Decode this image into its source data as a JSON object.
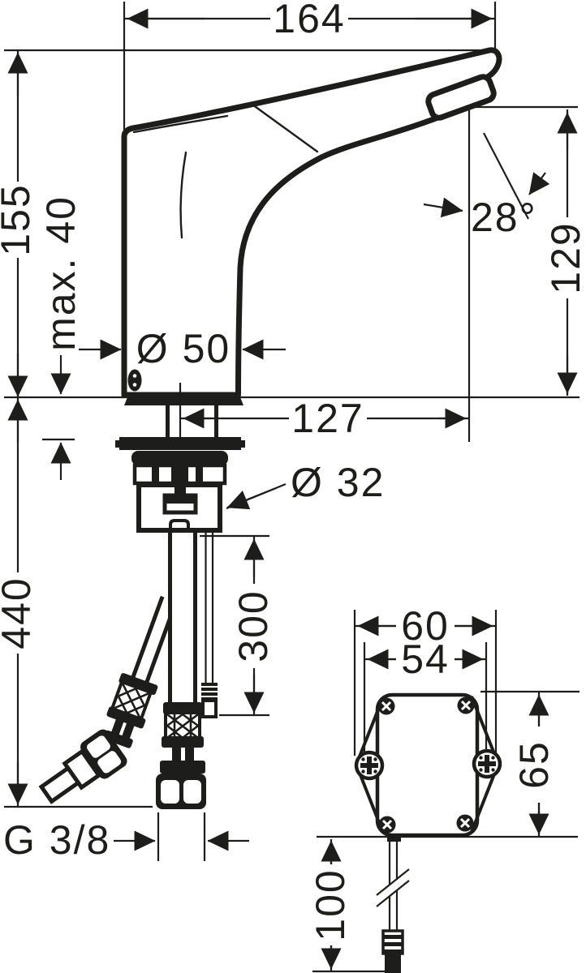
{
  "drawing": {
    "type": "faucet-technical-dimension-drawing",
    "views": {
      "main": "sensor basin mixer side view",
      "secondary": "control box front view with cable"
    },
    "colors": {
      "line": "#1d1d1b",
      "background": "#ffffff"
    },
    "dims": {
      "spout_width": "164",
      "body_height": "155",
      "max_deck_thickness": "max. 40",
      "base_diameter": "Ø 50",
      "spout_reach": "127",
      "spout_angle": "28°",
      "outlet_height": "129",
      "shank_diameter": "Ø 32",
      "hose_length": "440",
      "cable_length": "300",
      "thread_size": "G 3/8",
      "box_width": "60",
      "box_screw_spacing": "54",
      "box_height": "65",
      "box_cable_length": "100"
    }
  }
}
